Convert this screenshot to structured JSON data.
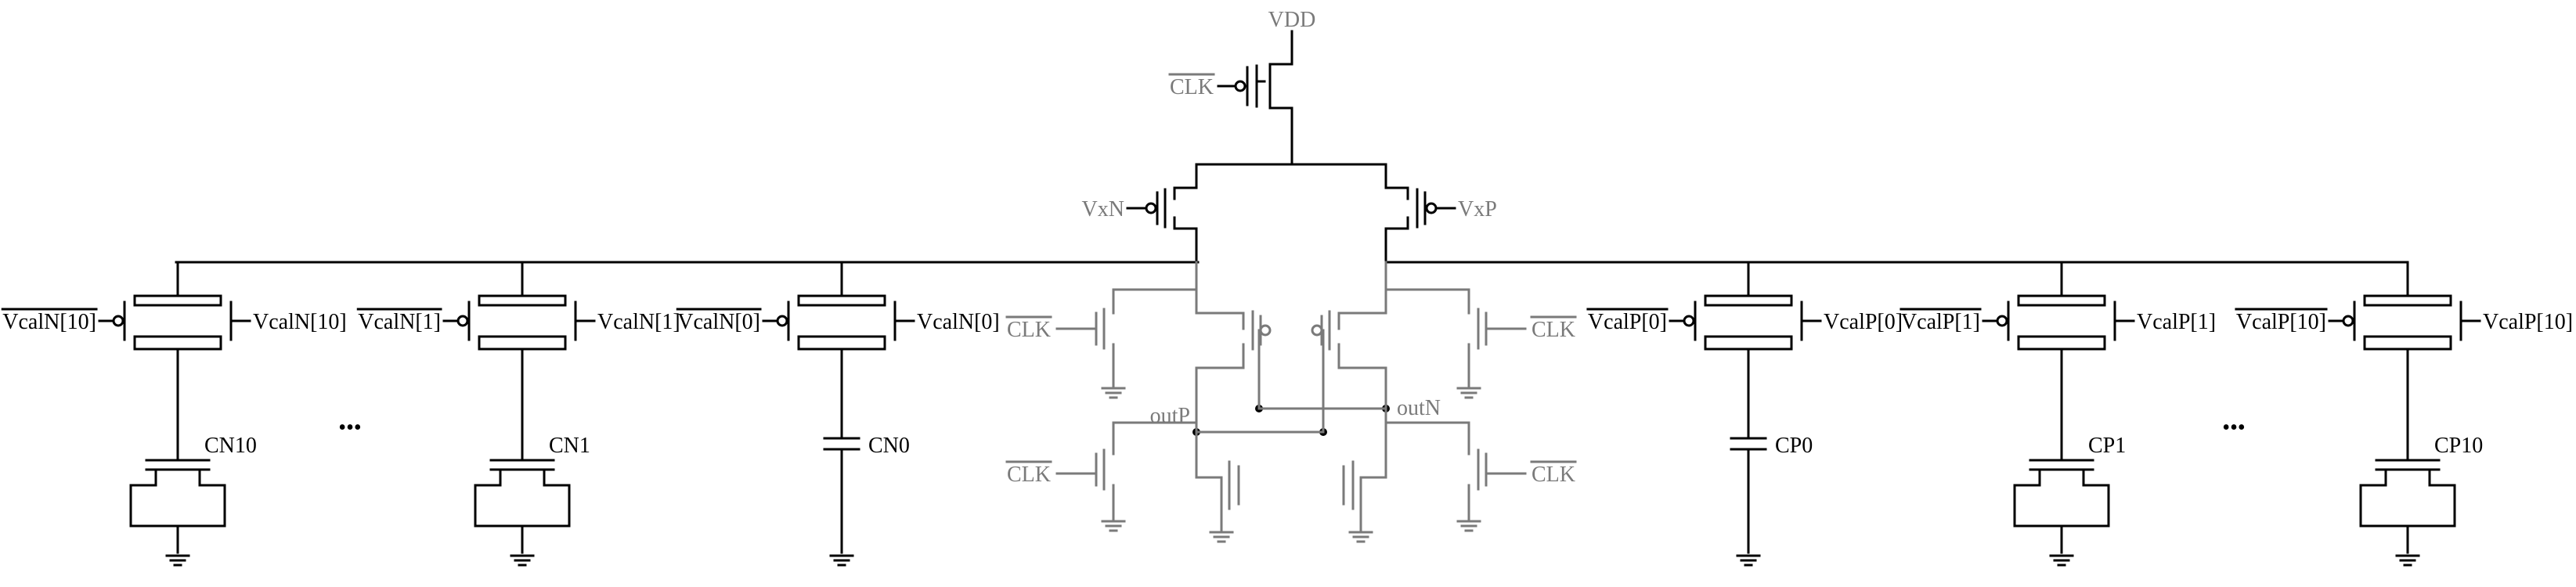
{
  "colors": {
    "primary": "#000000",
    "secondary": "#7a7a7a",
    "background": "#ffffff"
  },
  "supply": {
    "vdd": "VDD"
  },
  "tail": {
    "clk_bar": "CLK"
  },
  "inputs": {
    "left": "VxN",
    "right": "VxP"
  },
  "latch": {
    "clk_top_left": "CLK",
    "clk_top_right": "CLK",
    "clk_bottom_left": "CLK",
    "clk_bottom_right": "CLK",
    "out_p": "outP",
    "out_n": "outN"
  },
  "n_bank": [
    {
      "gate_bar": "VcalN[10]",
      "gate": "VcalN[10]",
      "cap": "CN10",
      "cap_kind": "mos"
    },
    {
      "gate_bar": "VcalN[1]",
      "gate": "VcalN[1]",
      "cap": "CN1",
      "cap_kind": "mos"
    },
    {
      "gate_bar": "VcalN[0]",
      "gate": "VcalN[0]",
      "cap": "CN0",
      "cap_kind": "plain"
    }
  ],
  "p_bank": [
    {
      "gate_bar": "VcalP[0]",
      "gate": "VcalP[0]",
      "cap": "CP0",
      "cap_kind": "plain"
    },
    {
      "gate_bar": "VcalP[1]",
      "gate": "VcalP[1]",
      "cap": "CP1",
      "cap_kind": "mos"
    },
    {
      "gate_bar": "VcalP[10]",
      "gate": "VcalP[10]",
      "cap": "CP10",
      "cap_kind": "mos"
    }
  ],
  "ellipsis": "•••"
}
